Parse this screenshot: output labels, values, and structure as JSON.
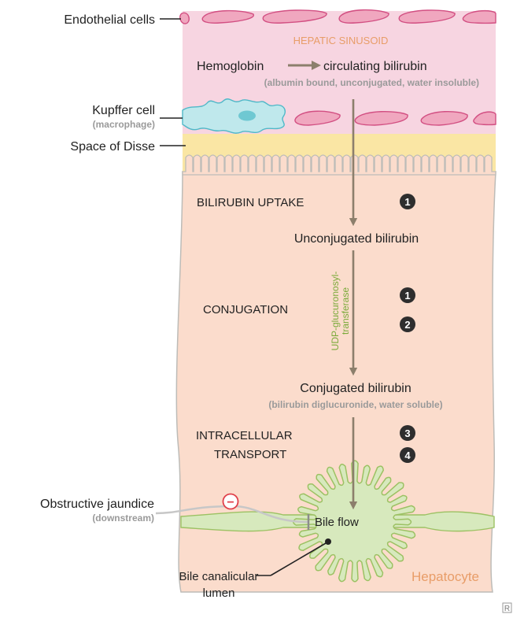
{
  "labels": {
    "endothelial_cells": "Endothelial cells",
    "hepatic_sinusoid": "HEPATIC SINUSOID",
    "hemoglobin": "Hemoglobin",
    "circulating_bilirubin": "circulating bilirubin",
    "circulating_note": "(albumin bound, unconjugated, water insoluble)",
    "kupffer_cell": "Kupffer cell",
    "kupffer_note": "(macrophage)",
    "space_of_disse": "Space of Disse",
    "bilirubin_uptake": "BILIRUBIN UPTAKE",
    "unconjugated_bilirubin": "Unconjugated bilirubin",
    "enzyme_line1": "UDP-glucuronosyl-",
    "enzyme_line2": "transferase",
    "conjugation": "CONJUGATION",
    "conjugated_bilirubin": "Conjugated bilirubin",
    "conjugated_note": "(bilirubin diglucuronide, water soluble)",
    "transport_line1": "INTRACELLULAR",
    "transport_line2": "TRANSPORT",
    "obstructive_jaundice": "Obstructive jaundice",
    "obstructive_note": "(downstream)",
    "inhibit_symbol": "−",
    "bile_flow": "Bile flow",
    "bile_lumen_line1": "Bile canalicular",
    "bile_lumen_line2": "lumen",
    "hepatocyte": "Hepatocyte",
    "corner_mark": "R"
  },
  "markers": {
    "uptake": "1",
    "conjugation_a": "1",
    "conjugation_b": "2",
    "transport_a": "3",
    "transport_b": "4"
  },
  "colors": {
    "sinusoid": "#f7d5e1",
    "endothelial": "#f0a7bf",
    "endothelial_stroke": "#d24f82",
    "disse": "#fae6a4",
    "hepatocyte": "#fbdccc",
    "hepatocyte_stroke": "#bdbcb8",
    "kupffer": "#bfe8ec",
    "kupffer_stroke": "#4fb8c8",
    "canaliculus": "#d7e9bd",
    "canaliculus_stroke": "#9cc163",
    "arrow": "#8c7f6c",
    "orange_text": "#e89d68",
    "gray_text": "#9a9a9a",
    "green_text": "#7aaa3a",
    "marker": "#2e2e2e",
    "inhibit": "#e0404a"
  }
}
